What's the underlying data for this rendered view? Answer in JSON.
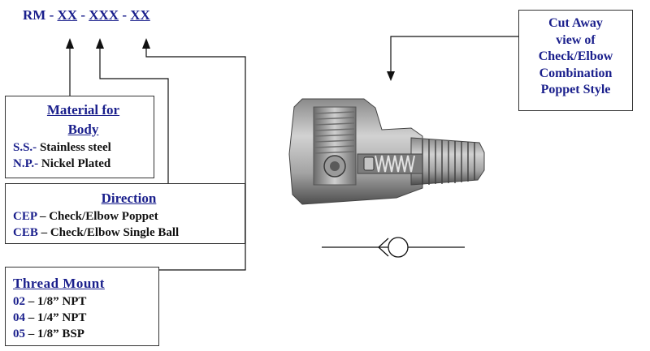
{
  "part_number": {
    "prefix": "RM",
    "sep": "-",
    "seg1": "XX",
    "seg2": "XXX",
    "seg3": "XX"
  },
  "cutaway_box": {
    "lines": [
      "Cut Away",
      "view of",
      "Check/Elbow",
      "Combination",
      "Poppet Style"
    ]
  },
  "material_box": {
    "title_line1": "Material for",
    "title_line2": "Body",
    "items": [
      {
        "code": "S.S.-",
        "desc": " Stainless steel"
      },
      {
        "code": "N.P.-",
        "desc": " Nickel Plated"
      }
    ]
  },
  "direction_box": {
    "title": "Direction",
    "items": [
      {
        "code": "CEP",
        "desc": " – Check/Elbow Poppet"
      },
      {
        "code": "CEB",
        "desc": " – Check/Elbow Single Ball"
      }
    ]
  },
  "thread_box": {
    "title": "Thread Mount",
    "items": [
      {
        "code": "02",
        "desc": " – 1/8” NPT"
      },
      {
        "code": "04",
        "desc": " – 1/4” NPT"
      },
      {
        "code": "05",
        "desc": " – 1/8” BSP"
      }
    ]
  },
  "colors": {
    "navy": "#1a1f8c",
    "black": "#111111",
    "metal_light": "#b9b9b9",
    "metal_dark": "#5a5a5a"
  }
}
